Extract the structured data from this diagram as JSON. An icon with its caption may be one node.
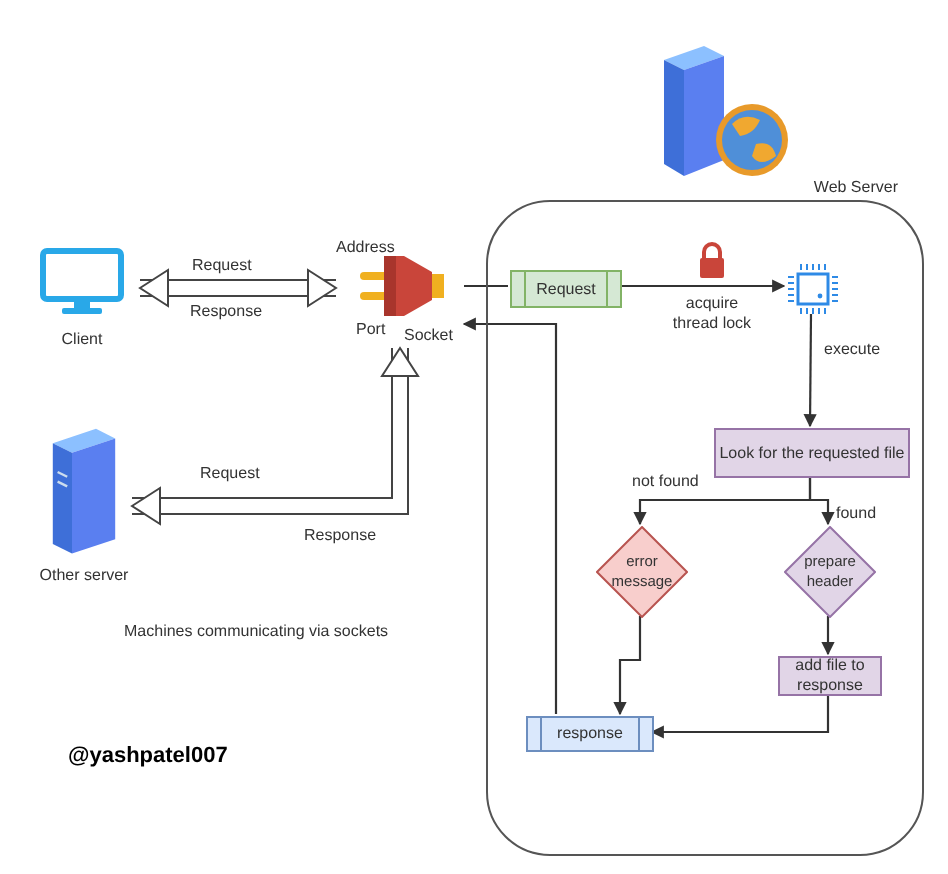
{
  "diagram": {
    "nodes": [
      {
        "text": [
          "Client"
        ]
      },
      {
        "text": [
          "Address",
          "Port"
        ],
        "beside": [
          "Socket"
        ]
      },
      {
        "text": [
          "Other server"
        ]
      },
      {
        "text": [
          "Web Server"
        ]
      },
      {
        "text": [
          "Request"
        ],
        "in": 3
      },
      {
        "text": [],
        "shape": "picture",
        "in": 3
      },
      {
        "text": [
          "Look for the requested file"
        ],
        "in": 3
      },
      {
        "text": [
          "error message"
        ],
        "in": 3
      },
      {
        "text": [
          "prepare header"
        ],
        "in": 3
      },
      {
        "text": [
          "add file to response"
        ],
        "in": 3
      },
      {
        "text": [
          "response"
        ],
        "in": 3
      }
    ],
    "edges": [
      {
        "from": 0,
        "to": 1,
        "arrow": "both",
        "style": "thick"
      },
      {
        "from": 2,
        "to": 1,
        "arrow": "both",
        "style": "thick"
      },
      {
        "from": 1,
        "to": 4,
        "arrow": "none"
      },
      {
        "from": 4,
        "to": 5,
        "arrow": "to",
        "label": "acquire thread lock"
      },
      {
        "from": 5,
        "to": 6,
        "arrow": "to",
        "label": "execute"
      },
      {
        "from": 6,
        "to": 7,
        "arrow": "to",
        "label": "not found"
      },
      {
        "from": 6,
        "to": 8,
        "arrow": "to",
        "label": "found"
      },
      {
        "from": 8,
        "to": 9,
        "arrow": "to"
      },
      {
        "from": 7,
        "to": 10,
        "arrow": "to"
      },
      {
        "from": 9,
        "to": 10,
        "arrow": "to"
      },
      {
        "from": 10,
        "to": 1,
        "arrow": "to"
      }
    ],
    "labels": [
      "Request",
      "Response",
      "Request",
      "Response",
      "Machines communicating via sockets",
      "@yashpatel007"
    ]
  }
}
